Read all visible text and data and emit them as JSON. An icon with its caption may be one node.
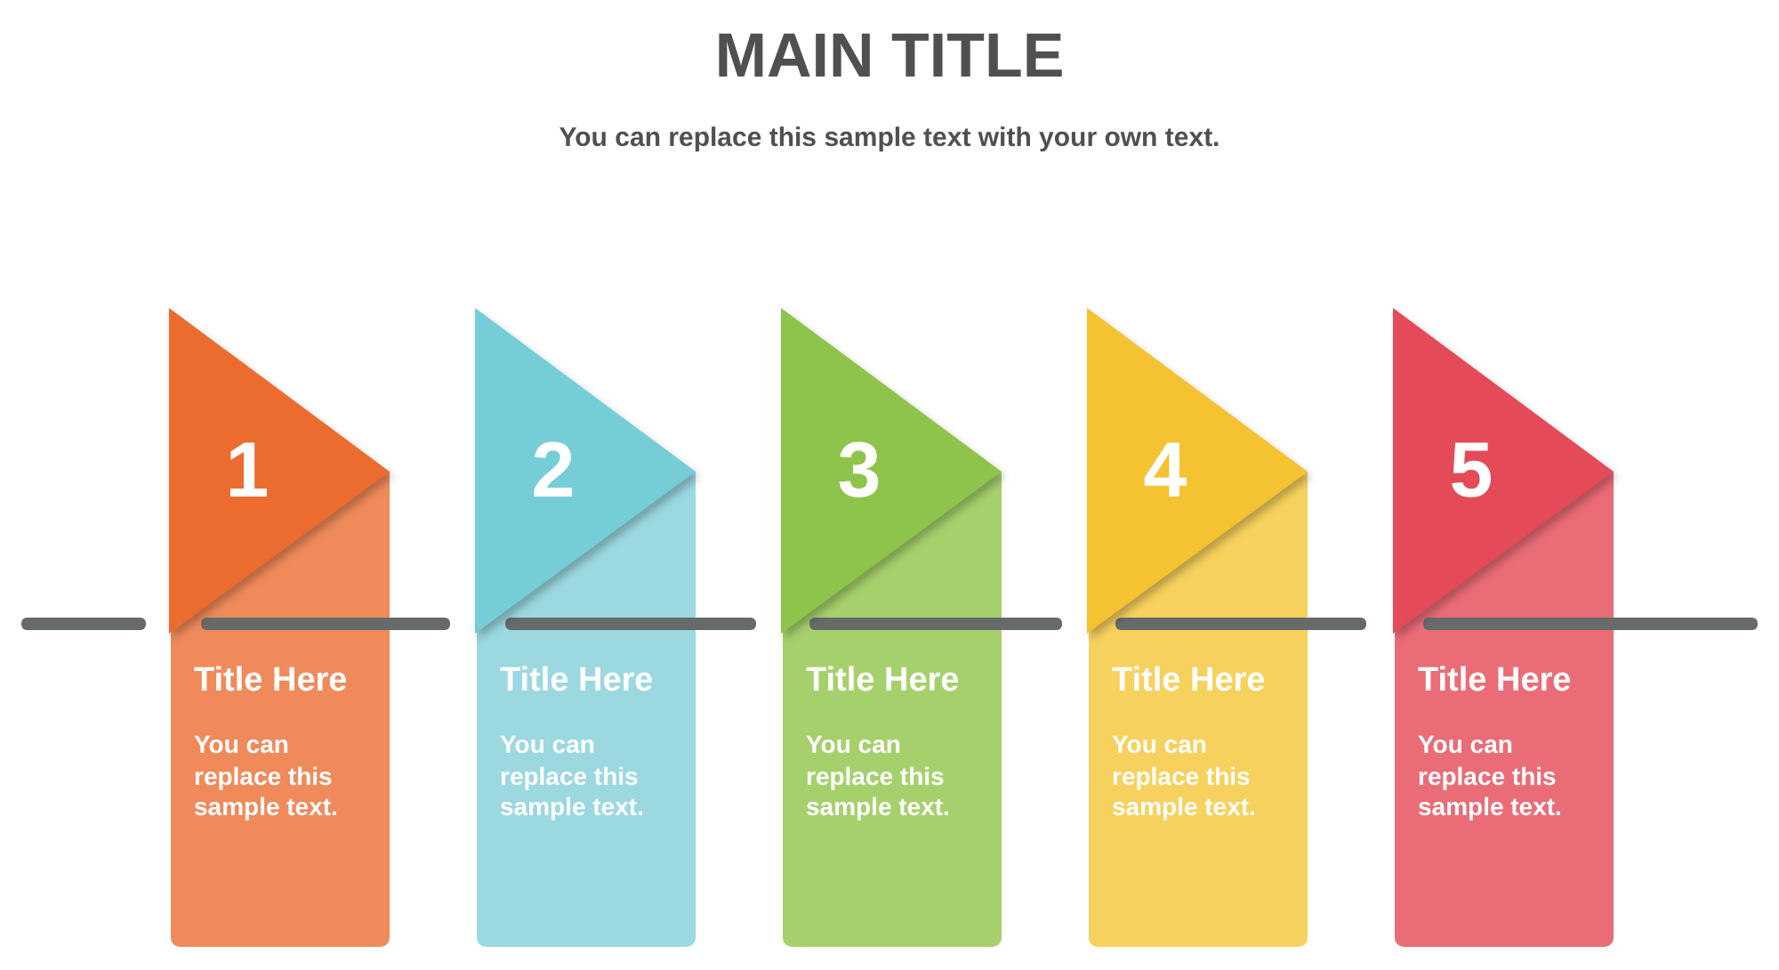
{
  "diagram": {
    "title": "MAIN TITLE",
    "caption": "You can replace this sample text with your own text.",
    "nodes": [
      {
        "text": [
          "1"
        ]
      },
      {
        "text": [
          "Title Here",
          "You can replace this sample text."
        ]
      },
      {
        "text": [
          "2"
        ]
      },
      {
        "text": [
          "Title Here",
          "You can replace this sample text."
        ]
      },
      {
        "text": [
          "3"
        ]
      },
      {
        "text": [
          "Title Here",
          "You can replace this sample text."
        ]
      },
      {
        "text": [
          "4"
        ]
      },
      {
        "text": [
          "Title Here",
          "You can replace this sample text."
        ]
      },
      {
        "text": [
          "5"
        ]
      },
      {
        "text": [
          "Title Here",
          "You can replace this sample text."
        ]
      }
    ],
    "edges": []
  }
}
